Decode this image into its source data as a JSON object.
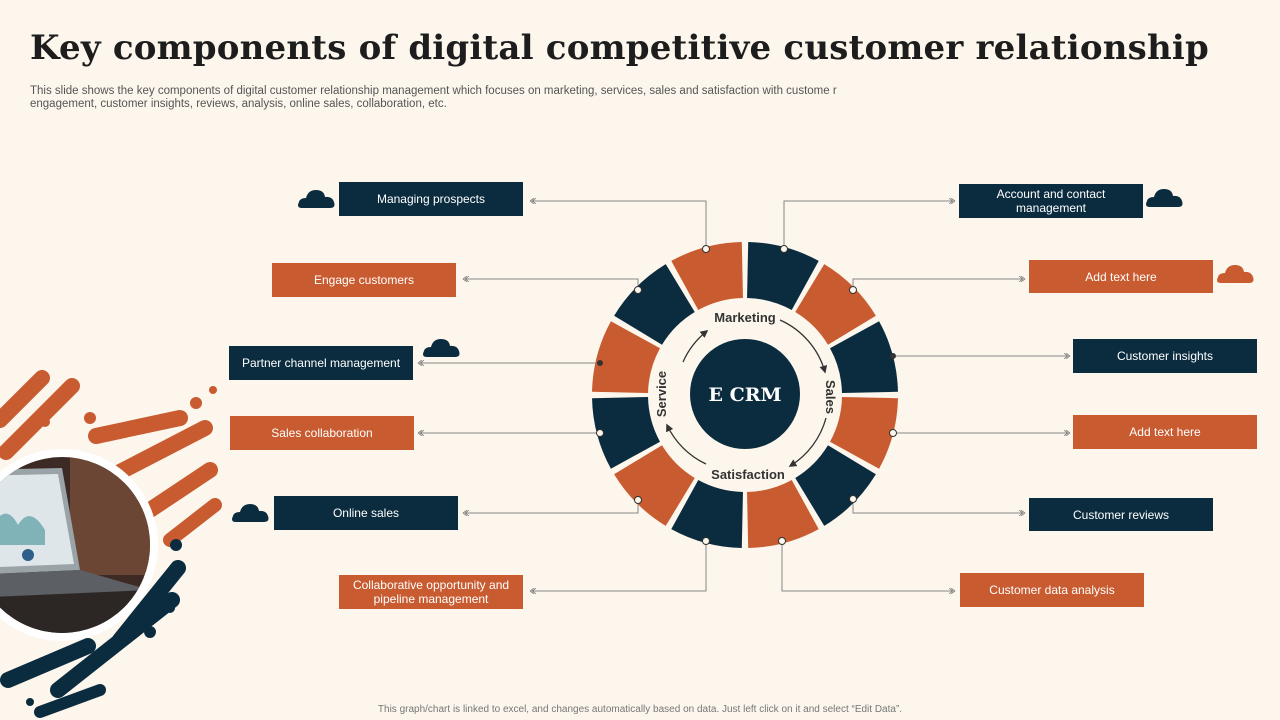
{
  "title": "Key components of digital competitive customer relationship",
  "subtitle": "This slide shows the key components of digital customer relationship management which focuses on marketing, services, sales and satisfaction with custome r engagement, customer insights, reviews, analysis, online sales, collaboration, etc.",
  "footer": "This graph/chart is linked to excel, and changes automatically based on data.  Just left click on it and select “Edit Data”.",
  "diagram": {
    "center_label": "E CRM",
    "ring_labels": {
      "top": "Marketing",
      "right": "Sales",
      "bottom": "Satisfaction",
      "left": "Service"
    }
  },
  "left_items": [
    {
      "label": "Managing  prospects",
      "color": "navy",
      "icon": "cloud-icon"
    },
    {
      "label": "Engage customers",
      "color": "orange"
    },
    {
      "label": "Partner  channel management",
      "color": "navy",
      "icon": "cloud-icon"
    },
    {
      "label": "Sales collaboration",
      "color": "orange"
    },
    {
      "label": "Online sales",
      "color": "navy",
      "icon": "cloud-icon"
    },
    {
      "label": "Collaborative opportunity and pipeline management",
      "color": "orange"
    }
  ],
  "right_items": [
    {
      "label": "Account and contact management",
      "color": "navy",
      "icon": "cloud-icon"
    },
    {
      "label": "Add text here",
      "color": "orange",
      "icon": "cloud-icon"
    },
    {
      "label": "Customer insights",
      "color": "navy"
    },
    {
      "label": "Add text here",
      "color": "orange"
    },
    {
      "label": "Customer reviews",
      "color": "navy"
    },
    {
      "label": "Customer data analysis",
      "color": "orange"
    }
  ],
  "colors": {
    "navy": "#0b2c3f",
    "orange": "#c95b30",
    "background": "#fcf6ec"
  }
}
